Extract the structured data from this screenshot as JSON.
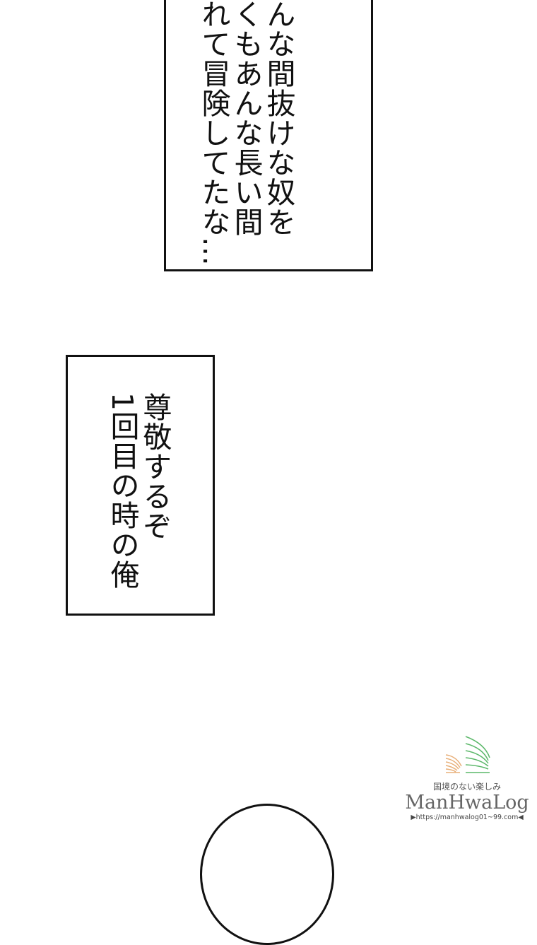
{
  "panels": [
    {
      "lines": [
        "んな間抜けな奴を",
        "くもあんな長い間",
        "れて冒険してたな…"
      ]
    },
    {
      "lines": [
        "尊敬するぞ",
        "1回目の時の俺"
      ]
    }
  ],
  "watermark": {
    "tagline": "国境のない楽しみ",
    "brand": "ManHwaLog",
    "url": "▶https://manhwalog01~99.com◀",
    "colors": {
      "orange": "#e8b07a",
      "green": "#5cb86a"
    }
  }
}
